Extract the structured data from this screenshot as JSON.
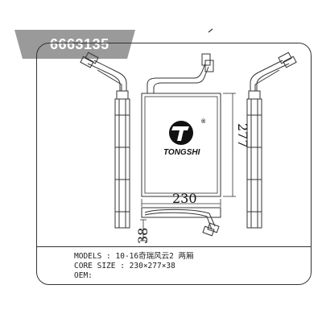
{
  "part_number": "6663135",
  "dimensions": {
    "width": "230",
    "height": "277",
    "depth": "38"
  },
  "brand": {
    "name": "TONGSHI",
    "registered": "®"
  },
  "specs": {
    "models_label": "MODELS",
    "models_value": "10-16奇瑞风云2 两厢",
    "core_size_label": "CORE SIZE",
    "core_size_value": "230×277×38",
    "oem_label": "OEM:",
    "oem_value": ""
  }
}
